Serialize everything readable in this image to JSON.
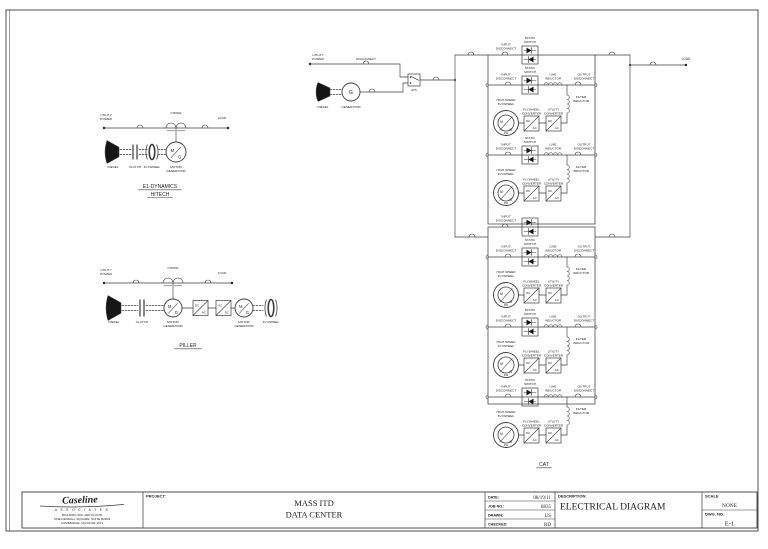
{
  "colors": {
    "line": "#3c3c3c",
    "ink": "#1c1c1c",
    "paper": "#ffffff"
  },
  "symbols": {
    "mg_m": "M",
    "mg_g": "G",
    "g": "G",
    "fw": "FW",
    "dc": "DC",
    "ac": "AC"
  },
  "e1_diagram": {
    "utility_power": "UTILITY\nPOWER",
    "choke": "CHOKE",
    "load": "LOAD",
    "diesel": "DIESEL",
    "clutch": "CLUTCH",
    "flywheel": "FLYWHEEL",
    "motor_generator": "MOTOR\nGENERATOR",
    "title_line1": "E1-DYNAMICS",
    "title_line2": "HITECH"
  },
  "piller_diagram": {
    "utility_power": "UTILITY\nPOWER",
    "choke": "CHOKE",
    "load": "LOAD",
    "diesel": "DIESEL",
    "clutch": "CLUTCH",
    "motor_generator": "MOTOR\nGENERATOR",
    "flywheel": "FLYWHEEL",
    "title": "PILLER"
  },
  "cat_diagram": {
    "utility_power": "UTILITY\nPOWER",
    "disconnect": "DISCONNECT",
    "diesel": "DIESEL",
    "generator": "GENERATOR",
    "ats": "ATS",
    "load": "LOAD",
    "input_disconnect": "INPUT\nDISCONNECT",
    "static_switch": "STATIC\nSWITCH",
    "line_inductor": "LINE\nINDUCTOR",
    "output_disconnect": "OUTPUT\nDISCONNECT",
    "high_speed_flywheel": "HIGH SPEED\nFLYWHEEL",
    "flywheel_converter": "FLYWHEEL\nCONVERTER",
    "utility_converter": "UTILITY\nCONVERTER",
    "filter_inductor": "FILTER\nINDUCTOR",
    "title": "CAT"
  },
  "title_block": {
    "logo_script": "Caseline",
    "logo_sub": "A S S O C I A T E S",
    "address_line1": "BUILDING 200, 2ND FLOOR",
    "address_line2": "ONE KENDALL SQUARE, SUITE B2204",
    "address_line3": "CAMBRIDGE, MA 02139-1571",
    "project_label": "PROJECT:",
    "project_name_line1": "MASS ITD",
    "project_name_line2": "DATA CENTER",
    "date_label": "DATE:",
    "date_value": "08/19/11",
    "job_label": "JOB  NO.:",
    "job_value": "8835",
    "drawn_label": "DRAWN:",
    "drawn_value": "US",
    "checked_label": "CHECKED:",
    "checked_value": "RD",
    "description_label": "DESCRIPTION:",
    "description_value": "ELECTRICAL DIAGRAM",
    "scale_label": "SCALE",
    "scale_value": "NONE",
    "dwg_label": "DWG.  NO.",
    "dwg_value": "E-1"
  }
}
